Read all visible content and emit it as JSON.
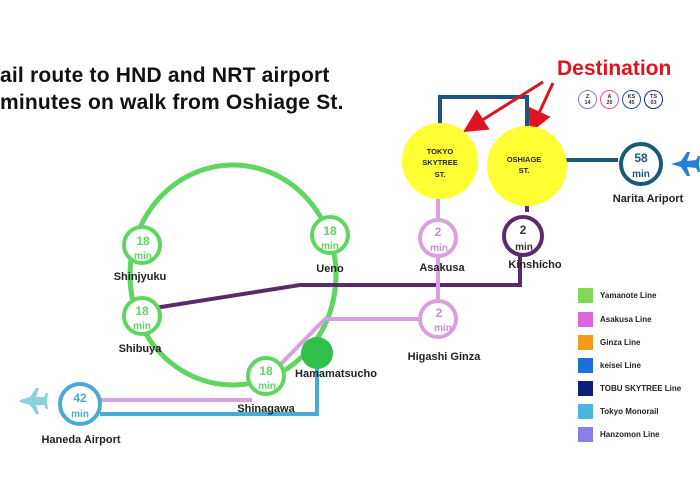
{
  "title": {
    "line1": "ail route to HND and NRT airport",
    "line2": " minutes on walk from Oshiage St."
  },
  "destination_label": "Destination",
  "line_badges": [
    {
      "letter": "Z",
      "num": "14",
      "color": "#8f76d6"
    },
    {
      "letter": "A",
      "num": "20",
      "color": "#e85298"
    },
    {
      "letter": "KS",
      "num": "45",
      "color": "#1e50a2"
    },
    {
      "letter": "TS",
      "num": "03",
      "color": "#0a2a7a"
    }
  ],
  "stations": {
    "tokyo_skytree": {
      "line1": "TOKYO",
      "line2": "SKYTREE",
      "line3": "ST."
    },
    "oshiage": {
      "line1": "OSHIAGE",
      "line2": "ST."
    },
    "narita": {
      "name": "Narita Ariport",
      "minutes": "58",
      "unit": "min"
    },
    "kinshicho": {
      "name": "Kinshicho",
      "minutes": "2",
      "unit": "min"
    },
    "asakusa": {
      "name": "Asakusa",
      "minutes": "2",
      "unit": "min"
    },
    "higashi_ginza": {
      "name": "Higashi Ginza",
      "minutes": "2",
      "unit": "min"
    },
    "ueno": {
      "name": "Ueno",
      "minutes": "18",
      "unit": "min"
    },
    "shinjyuku": {
      "name": "Shinjyuku",
      "minutes": "18",
      "unit": "min"
    },
    "shibuya": {
      "name": "Shibuya",
      "minutes": "18",
      "unit": "min"
    },
    "shinagawa": {
      "name": "Shinagawa",
      "minutes": "18",
      "unit": "min"
    },
    "hamamatsucho": {
      "name": "Hamamatsucho"
    },
    "haneda": {
      "name": "Haneda  Airport",
      "minutes": "42",
      "unit": "min"
    }
  },
  "legend": [
    {
      "label": "Yamanote Line",
      "color": "#7ed957"
    },
    {
      "label": "Asakusa Line",
      "color": "#e066e0"
    },
    {
      "label": "Ginza Line",
      "color": "#f39a1e"
    },
    {
      "label": "keisei Line",
      "color": "#1e6fd9"
    },
    {
      "label": "TOBU SKYTREE Line",
      "color": "#0b1f7a"
    },
    {
      "label": "Tokyo Monorail",
      "color": "#4bb5dc"
    },
    {
      "label": "Hanzomon Line",
      "color": "#8a7ee8"
    }
  ],
  "colors": {
    "yamanote": "#5fd65f",
    "asakusa": "#d9a0df",
    "hanzomon": "#5a2a6e",
    "tobu": "#1d5480",
    "keisei": "#1a5a78",
    "monorail": "#4aaad6",
    "destination": "#ffff33",
    "arrow": "#e0141e",
    "airplane": "#2a7fd4"
  }
}
